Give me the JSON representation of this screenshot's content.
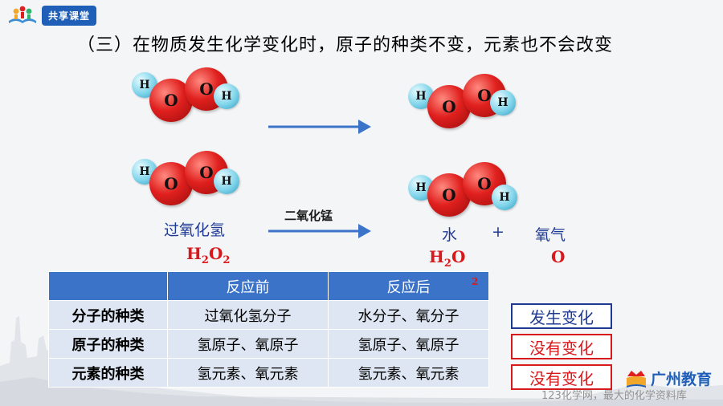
{
  "header": {
    "logo_text": "共享课堂",
    "title": "（三）在物质发生化学变化时，原子的种类不变，元素也不会改变"
  },
  "atoms": {
    "oxygen": "O",
    "hydrogen": "H"
  },
  "reaction": {
    "catalyst": "二氧化锰",
    "reactant_name": "过氧化氢",
    "reactant_formula_base": "H",
    "reactant_formula_sub1": "2",
    "reactant_formula_mid": "O",
    "reactant_formula_sub2": "2",
    "product1_name": "水",
    "plus": "+",
    "product2_name": "氧气",
    "product1_formula_base": "H",
    "product1_formula_sub": "2",
    "product1_formula_end": "O",
    "product2_formula": "O",
    "stray_mark": "2"
  },
  "table": {
    "headers": [
      "",
      "反应前",
      "反应后"
    ],
    "rows": [
      {
        "label": "分子的种类",
        "before": "过氧化氢分子",
        "after": "水分子、氧分子"
      },
      {
        "label": "原子的种类",
        "before": "氢原子、氧原子",
        "after": "氢原子、氧原子"
      },
      {
        "label": "元素的种类",
        "before": "氢元素、氧元素",
        "after": "氢元素、氧元素"
      }
    ]
  },
  "verdicts": [
    "发生变化",
    "没有变化",
    "没有变化"
  ],
  "footer": {
    "brand": "广州教育",
    "watermark": "123化学网，最大的化学资料库"
  },
  "colors": {
    "accent_blue": "#1f3a93",
    "header_blue": "#3b73c9",
    "formula_red": "#d7191c",
    "oxygen_red": "#e0201e",
    "hydrogen_cyan": "#7fd4ea"
  }
}
